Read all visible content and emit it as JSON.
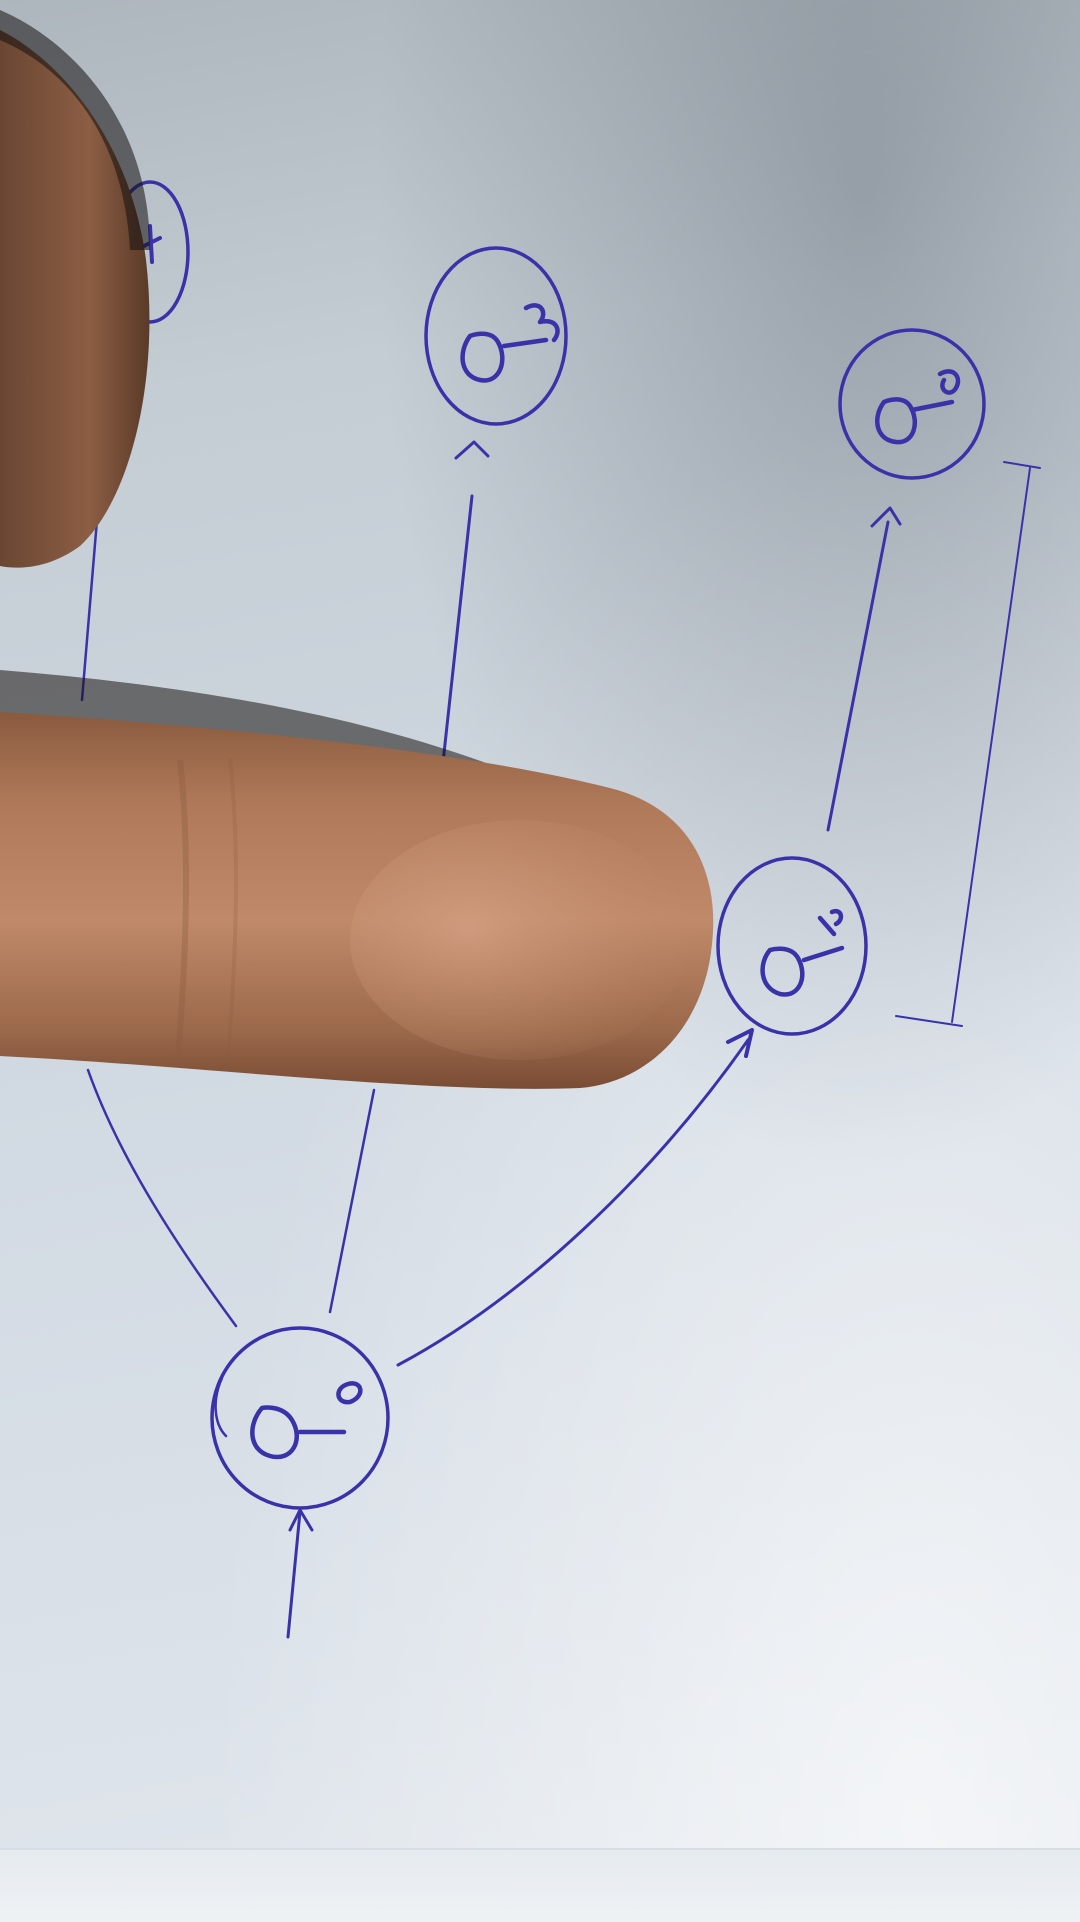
{
  "scene": {
    "medium": "pen-on-paper",
    "ink_color": "#3a32a8",
    "paper_color": "#d2dae3",
    "skin_color": "#b88a6a"
  },
  "diagram": {
    "nodes": [
      {
        "id": "node-q0"
      },
      {
        "id": "node-q1"
      },
      {
        "id": "node-q2"
      },
      {
        "id": "node-q3"
      },
      {
        "id": "node-q4"
      }
    ]
  }
}
